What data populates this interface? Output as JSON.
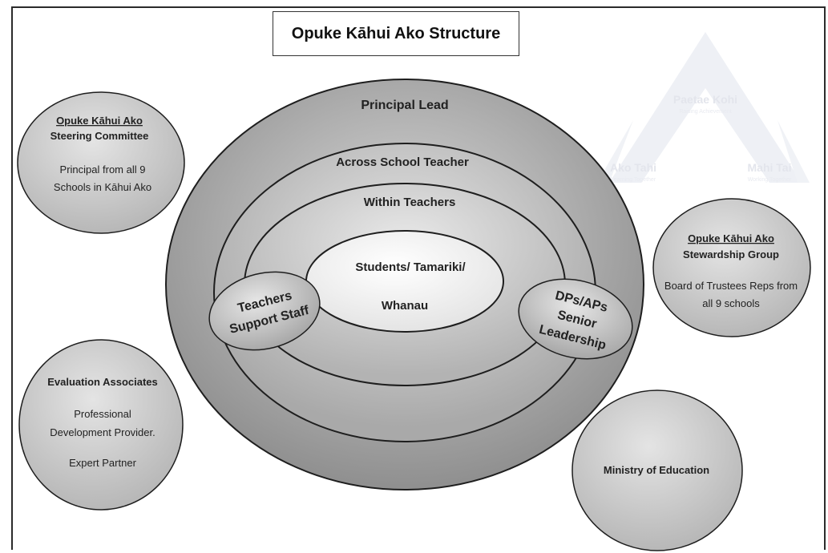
{
  "title": "Opuke Kāhui Ako Structure",
  "logo": {
    "top": "Paetae Kohi",
    "top_sub": "Raising Achievement",
    "left": "Ako Tahi",
    "left_sub": "Learning Together",
    "right": "Mahi Tai",
    "right_sub": "Working Together"
  },
  "rings": {
    "outer": "Principal Lead",
    "second": "Across School Teacher",
    "third": "Within Teachers",
    "center_line1": "Students/ Tamariki/",
    "center_line2": "Whanau"
  },
  "left_bubble": {
    "line1": "Teachers",
    "line2": "Support Staff"
  },
  "right_bubble": {
    "line1": "DPs/APs",
    "line2": "Senior",
    "line3": "Leadership"
  },
  "steering": {
    "title1": "Opuke Kāhui Ako",
    "title2": "Steering Committee",
    "body1": "Principal from all 9",
    "body2": "Schools in  Kāhui Ako"
  },
  "stewardship": {
    "title1": "Opuke Kāhui Ako",
    "title2": "Stewardship Group",
    "body1": "Board of Trustees Reps from",
    "body2": "all 9 schools"
  },
  "evaluation": {
    "title": "Evaluation Associates",
    "body1": "Professional",
    "body2": "Development Provider.",
    "body3": "Expert Partner"
  },
  "ministry": {
    "title": "Ministry of Education"
  }
}
